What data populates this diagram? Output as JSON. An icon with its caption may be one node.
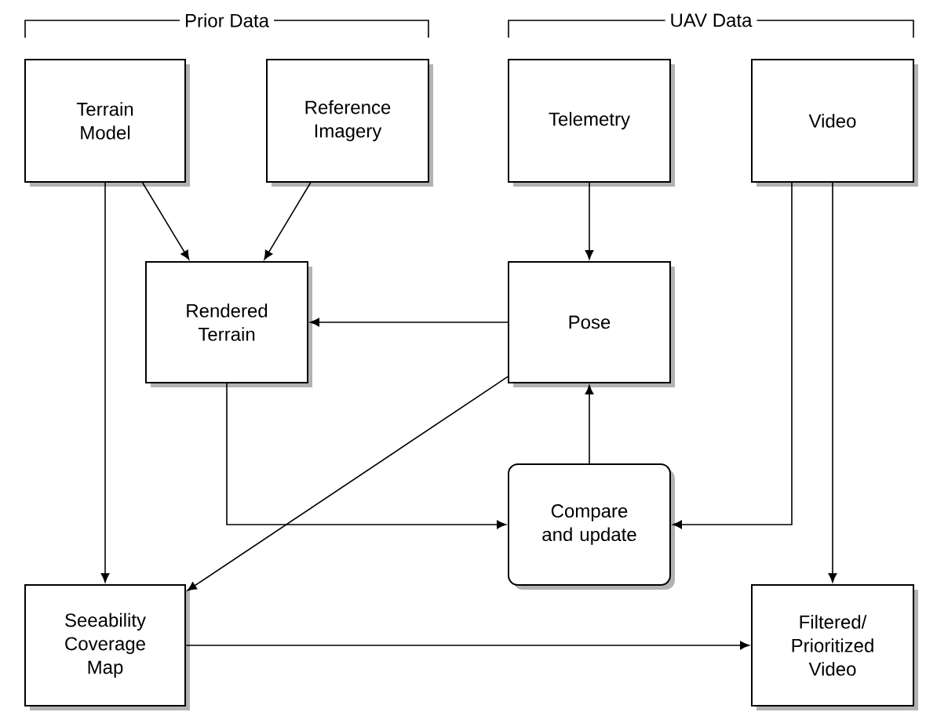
{
  "diagram": {
    "nodes": [
      {
        "text": [
          "Terrain Model"
        ]
      },
      {
        "text": [
          "Reference Imagery"
        ]
      },
      {
        "text": [
          "Telemetry"
        ]
      },
      {
        "text": [
          "Video"
        ]
      },
      {
        "text": [
          "Rendered Terrain"
        ]
      },
      {
        "text": [
          "Pose"
        ]
      },
      {
        "text": [
          "Compare and update"
        ]
      },
      {
        "text": [
          "Seeability Coverage Map"
        ]
      },
      {
        "text": [
          "Filtered/ Prioritized Video"
        ]
      }
    ],
    "edges": [
      {
        "from": 0,
        "to": 4,
        "arrow": "to"
      },
      {
        "from": 1,
        "to": 4,
        "arrow": "to"
      },
      {
        "from": 2,
        "to": 5,
        "arrow": "to"
      },
      {
        "from": 5,
        "to": 4,
        "arrow": "to"
      },
      {
        "from": 4,
        "to": 6,
        "arrow": "to"
      },
      {
        "from": 6,
        "to": 5,
        "arrow": "to"
      },
      {
        "from": 3,
        "to": 6,
        "arrow": "to"
      },
      {
        "from": 3,
        "to": 8,
        "arrow": "to"
      },
      {
        "from": 0,
        "to": 7,
        "arrow": "to"
      },
      {
        "from": 5,
        "to": 7,
        "arrow": "to"
      },
      {
        "from": 7,
        "to": 8,
        "arrow": "to"
      }
    ],
    "labels": [
      "Prior Data",
      "UAV Data"
    ]
  }
}
